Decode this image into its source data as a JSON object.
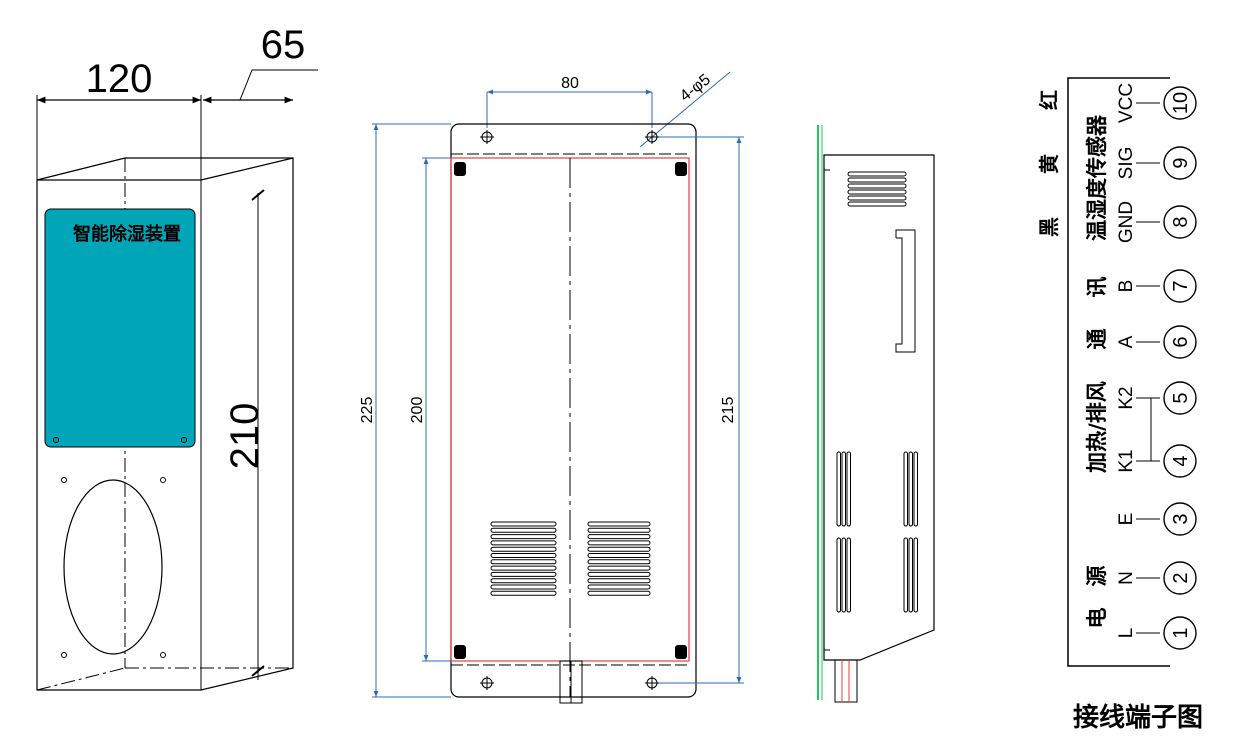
{
  "front_view": {
    "width_dim": "120",
    "depth_dim": "65",
    "height_dim": "210",
    "panel_label": "智能除湿装置",
    "panel_color": "#00a6b8"
  },
  "back_view": {
    "hole_spacing_dim": "80",
    "hole_spec": "4-φ5",
    "overall_height_dim": "225",
    "inner_height_dim": "200",
    "hole_height_dim": "215"
  },
  "terminal_diagram": {
    "title": "接线端子图",
    "terminals": [
      {
        "num": "1",
        "signal": "L"
      },
      {
        "num": "2",
        "signal": "N"
      },
      {
        "num": "3",
        "signal": "E"
      },
      {
        "num": "4",
        "signal": "K1"
      },
      {
        "num": "5",
        "signal": "K2"
      },
      {
        "num": "6",
        "signal": "A"
      },
      {
        "num": "7",
        "signal": "B"
      },
      {
        "num": "8",
        "signal": "GND"
      },
      {
        "num": "9",
        "signal": "SIG"
      },
      {
        "num": "10",
        "signal": "VCC"
      }
    ],
    "groups": {
      "power": "电　源",
      "heat_fan": "加热/排风",
      "comm_1": "通",
      "comm_2": "讯",
      "sensor": "温湿度传感器"
    },
    "wire_colors": {
      "black": "黑",
      "yellow": "黄",
      "red": "红"
    }
  }
}
